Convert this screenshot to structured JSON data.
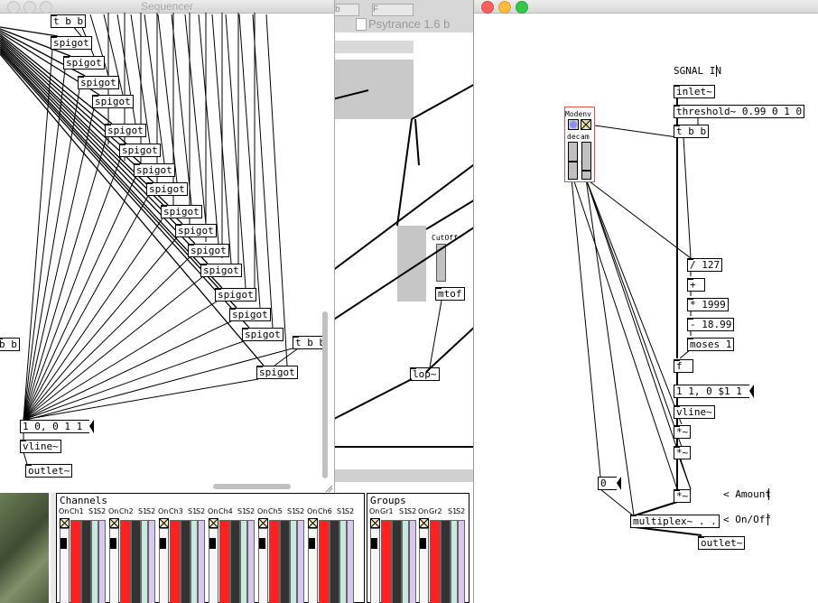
{
  "sequencer": {
    "title": "Sequencer",
    "tbb_top": "t b b",
    "spigot": "spigot",
    "tbb_right": "t b b",
    "tbb_left": "b b",
    "msg": "1 0, 0 1 1",
    "vline": "vline~",
    "outlet": "outlet~"
  },
  "psytrance": {
    "title": "Psytrance 1.6 b",
    "tab1": "b",
    "tab2": "F",
    "cutoff_label": "CutOff",
    "mtof": "mtof",
    "lop": "lop~"
  },
  "mixer": {
    "channels_label": "Channels",
    "groups_label": "Groups",
    "channel_headers": [
      {
        "on": "On",
        "ch": "Ch1",
        "s1": "S1",
        "s2": "S2"
      },
      {
        "on": "On",
        "ch": "Ch2",
        "s1": "S1",
        "s2": "S2"
      },
      {
        "on": "On",
        "ch": "Ch3",
        "s1": "S1",
        "s2": "S2"
      },
      {
        "on": "On",
        "ch": "Ch4",
        "s1": "S1",
        "s2": "S2"
      },
      {
        "on": "On",
        "ch": "Ch5",
        "s1": "S1",
        "s2": "S2"
      },
      {
        "on": "On",
        "ch": "Ch6",
        "s1": "S1",
        "s2": "S2"
      }
    ],
    "group_headers": [
      {
        "on": "On",
        "ch": "Gr1",
        "s1": "S1",
        "s2": "S2"
      },
      {
        "on": "On",
        "ch": "Gr2",
        "s1": "S1",
        "s2": "S2"
      }
    ]
  },
  "modenv": {
    "modenv_label": "Modenv",
    "dec": "dec",
    "am": "am",
    "signal_in": "SGNAL IN",
    "inlet": "inlet~",
    "threshold": "threshold~ 0.99 0 1 0",
    "tbb": "t b b",
    "div127": "/ 127",
    "plus": "+",
    "mul1999": "* 1999",
    "minus1899": "- 18.99",
    "moses": "moses 1",
    "f": "f",
    "msg_line": "1 1, 0 $1 1",
    "vline": "vline~",
    "mul1": "*~",
    "mul2": "*~",
    "mul3": "*~",
    "amount_comment": "< Amount",
    "onoff_comment": "< On/Off",
    "num0": "0",
    "multiplex": "multiplex~ . .",
    "outlet": "outlet~"
  },
  "colors": {
    "red": "#ff2020",
    "canvas": "#ffffff",
    "chrome": "#dcdcdc",
    "close": "#fc605c",
    "minimize": "#fdbc40",
    "maximize": "#34c84a"
  }
}
